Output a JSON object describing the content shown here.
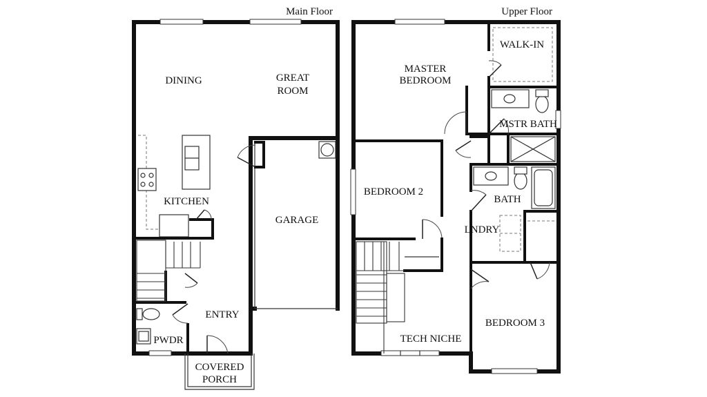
{
  "floors": {
    "main": {
      "title": "Main Floor",
      "rooms": {
        "dining": "DINING",
        "great_room_l1": "GREAT",
        "great_room_l2": "ROOM",
        "kitchen": "KITCHEN",
        "garage": "GARAGE",
        "entry": "ENTRY",
        "pwdr": "PWDR",
        "covered_porch_l1": "COVERED",
        "covered_porch_l2": "PORCH"
      }
    },
    "upper": {
      "title": "Upper Floor",
      "rooms": {
        "master_l1": "MASTER",
        "master_l2": "BEDROOM",
        "walk_in": "WALK-IN",
        "mstr_bath": "MSTR BATH",
        "bedroom2": "BEDROOM 2",
        "bath": "BATH",
        "lndry": "LNDRY",
        "tech_niche": "TECH NICHE",
        "bedroom3": "BEDROOM 3"
      }
    }
  }
}
